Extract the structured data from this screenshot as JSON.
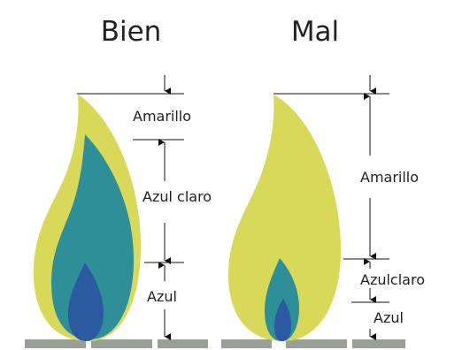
{
  "headings": {
    "good": "Bien",
    "bad": "Mal"
  },
  "good_flame": {
    "labels": {
      "yellow": "Amarillo",
      "light_blue": "Azul claro",
      "blue": "Azul"
    }
  },
  "bad_flame": {
    "labels": {
      "yellow": "Amarillo",
      "light_blue": "Azulclaro",
      "blue": "Azul"
    }
  },
  "colors": {
    "yellow": "#d8d958",
    "light_blue": "#2e8f98",
    "blue": "#2a5aa0",
    "burner": "#9a9e98",
    "ink": "#111111"
  }
}
